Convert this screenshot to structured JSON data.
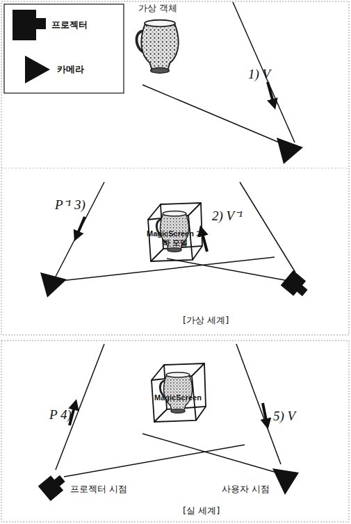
{
  "diagram": {
    "labels": [
      "가상 객체",
      "1) V",
      "MagicScreen 기하 모델",
      "2) V⁻¹",
      "P⁻¹ 3)",
      "[가상 세계]",
      "MagicScreen",
      "P 4)",
      "5) V",
      "프로젝터 시점",
      "사용자 시점",
      "[실 세계]"
    ],
    "legend": [
      {
        "text": "프로젝터"
      },
      {
        "text": "카메라"
      }
    ]
  }
}
